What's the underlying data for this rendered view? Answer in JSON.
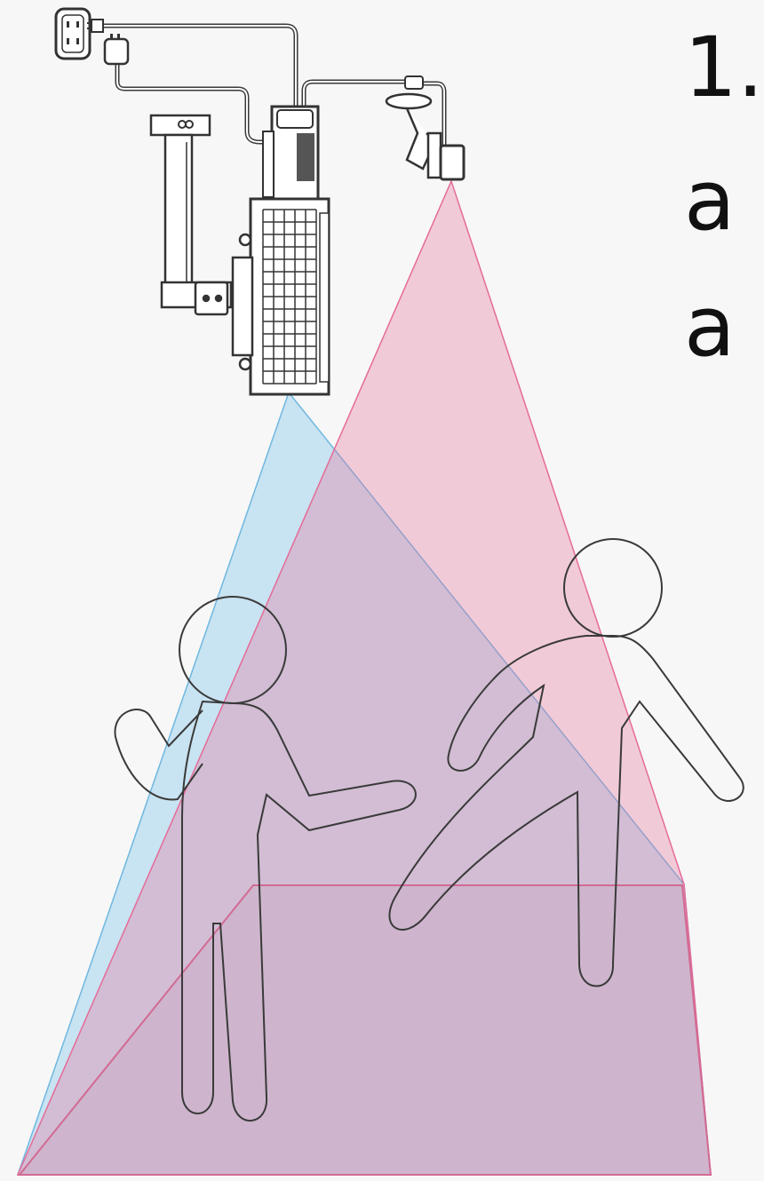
{
  "text_fragments": {
    "line1": "1.",
    "line2": "a",
    "line3": "a"
  },
  "colors": {
    "background": "#f7f7f7",
    "projector_beam": "#7cc3e8",
    "camera_beam": "#e86f9c",
    "outline": "#3a3a3a"
  },
  "icons": [
    "wall-outlet-icon",
    "power-adapter-icon",
    "projector-icon",
    "ceiling-mount-icon",
    "camera-icon"
  ]
}
